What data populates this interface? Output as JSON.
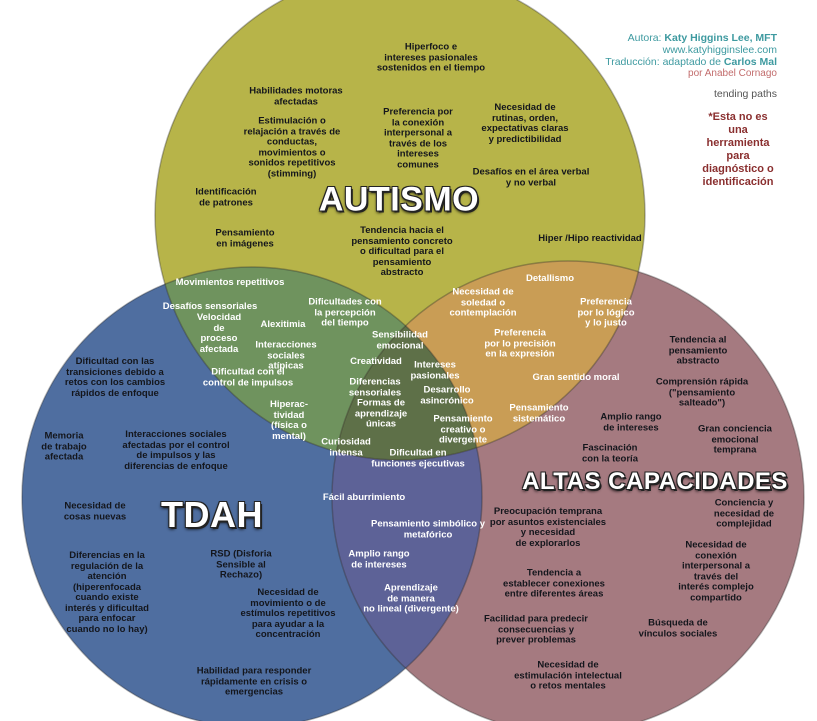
{
  "credits": {
    "author_prefix": "Autora: ",
    "author_name": "Katy Higgins Lee, MFT",
    "website": "www.katyhigginslee.com",
    "translation_prefix": "Traducción: adaptado de ",
    "translator_name": "Carlos Mal",
    "adapter": "por Anabel Cornago",
    "brand": "tending paths"
  },
  "disclaimer": "*Esta no es una\nherramienta para\ndiagnóstico o\nidentificación",
  "colors": {
    "autism": "#b7b449",
    "adhd": "#4f6ea0",
    "gifted": "#a57a80",
    "autism_adhd": "#6f935e",
    "autism_gifted": "#c99d55",
    "adhd_gifted": "#5d6297",
    "all_three": "#5e7048"
  },
  "sets": {
    "autism": {
      "title": "AUTISMO",
      "items": [
        "Hiperfoco e\nintereses pasionales\nsostenidos en el tiempo",
        "Habilidades motoras\nafectadas",
        "Estimulación o\nrelajación a través de\nconductas,\nmovimientos o\nsonidos repetitivos\n(stimming)",
        "Preferencia por\nla conexión\ninterpersonal a\ntravés de los\nintereses\ncomunes",
        "Necesidad de\nrutinas, orden,\nexpectativas claras\ny predictibilidad",
        "Identificación\nde patrones",
        "Desafíos en el área verbal\ny no verbal",
        "Pensamiento\nen imágenes",
        "Tendencia hacia el\npensamiento concreto\no dificultad para el\npensamiento\nabstracto",
        "Hiper /Hipo reactividad"
      ]
    },
    "adhd": {
      "title": "TDAH",
      "items": [
        "Dificultad con las\ntransiciones debido a\nretos con los cambios\nrápidos de enfoque",
        "Memoria\nde trabajo\nafectada",
        "Interacciones sociales\nafectadas por el control\nde impulsos y las\ndiferencias de enfoque",
        "Necesidad de\ncosas nuevas",
        "Diferencias en la\nregulación de la\natención\n(hiperenfocada\ncuando existe\ninterés y dificultad\npara enfocar\ncuando no lo hay)",
        "RSD (Disforia\nSensible al\nRechazo)",
        "Necesidad de\nmovimiento o de\nestímulos repetitivos\npara ayudar a la\nconcentración",
        "Habilidad para responder\nrápidamente en crisis o\nemergencias"
      ]
    },
    "gifted": {
      "title": "ALTAS CAPACIDADES",
      "items": [
        "Tendencia al\npensamiento\nabstracto",
        "Comprensión rápida\n(\"pensamiento salteado\")",
        "Amplio rango\nde intereses",
        "Gran conciencia\nemocional\ntemprana",
        "Fascinación\ncon la teoría",
        "Preocupación temprana\npor asuntos existenciales\ny necesidad\nde explorarlos",
        "Conciencia y\nnecesidad de\ncomplejidad",
        "Tendencia a\nestablecer conexiones\nentre diferentes áreas",
        "Necesidad de\nconexión\ninterpersonal a\ntravés del\ninterés complejo\ncompartido",
        "Facilidad para predecir\nconsecuencias y\nprever problemas",
        "Búsqueda de\nvínculos sociales",
        "Necesidad de\nestimulación intelectual\no retos mentales"
      ]
    }
  },
  "overlaps": {
    "autism_adhd": [
      "Movimientos  repetitivos",
      "Desafíos sensoriales",
      "Dificultades con\nla percepción\ndel tiempo",
      "Velocidad\nde\nproceso\nafectada",
      "Alexitimia",
      "Interacciones\nsociales\natípicas",
      "Dificultad con el\ncontrol de impulsos",
      "Hiperac-\ntividad\n(física o\nmental)"
    ],
    "autism_gifted": [
      "Detallismo",
      "Necesidad de\nsoledad o\ncontemplación",
      "Preferencia\npor lo lógico\ny lo justo",
      "Preferencia\npor lo precisión\nen la expresión",
      "Gran sentido moral",
      "Pensamiento\nsistemático"
    ],
    "adhd_gifted": [
      "Fácil aburrimiento",
      "Pensamiento simbólico y\nmetafórico",
      "Amplio rango\nde intereses",
      "Aprendizaje\nde manera\nno lineal (divergente)"
    ],
    "all_three": [
      "Sensibilidad\nemocional",
      "Creatividad",
      "Intereses\npasionales",
      "Diferencias\nsensoriales",
      "Desarrollo\nasincrónico",
      "Formas de\naprendizaje\núnicas",
      "Pensamiento\ncreativo o\ndivergente",
      "Curiosidad\nintensa",
      "Dificultad en\nfunciones ejecutivas"
    ]
  }
}
